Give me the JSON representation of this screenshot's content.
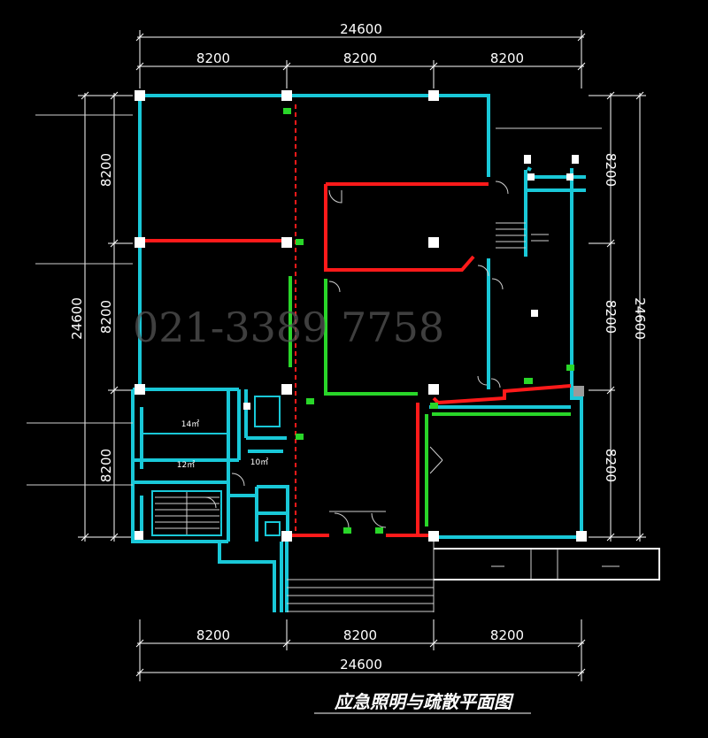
{
  "drawing": {
    "title": "应急照明与疏散平面图",
    "watermark": "021-3389 7758",
    "dimensions": {
      "overall_top": "24600",
      "top_bays": [
        "8200",
        "8200",
        "8200"
      ],
      "overall_bottom": "24600",
      "bottom_bays": [
        "8200",
        "8200",
        "8200"
      ],
      "overall_left": "24600",
      "left_bays": [
        "8200",
        "8200",
        "8200"
      ],
      "overall_right": "24600",
      "right_bays": [
        "8200",
        "8200",
        "8200"
      ]
    },
    "room_labels": {
      "room_a": "14㎡",
      "room_b": "12㎡",
      "room_c": "10㎡"
    }
  },
  "colors": {
    "background": "#000000",
    "wall": "#19c8d8",
    "emergency_circuit": "#ff1a1a",
    "evacuation_route": "#29d629",
    "dimension": "#ffffff"
  }
}
